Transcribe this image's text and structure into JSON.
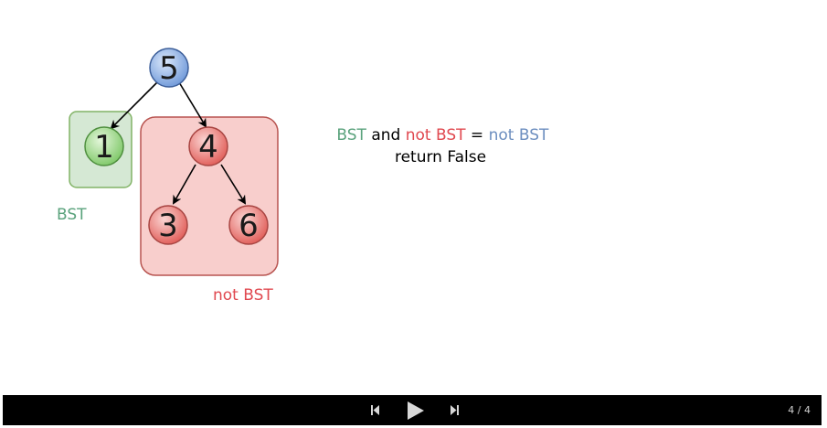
{
  "tree": {
    "nodes": [
      {
        "id": "root",
        "label": "5",
        "status": "pending",
        "fill": "#7ea6e0",
        "stroke": "#4a6fa8"
      },
      {
        "id": "left",
        "label": "1",
        "status": "bst",
        "fill": "#8fd27a",
        "stroke": "#4f8f3f"
      },
      {
        "id": "right",
        "label": "4",
        "status": "not-bst",
        "fill": "#ea6b66",
        "stroke": "#b84a46"
      },
      {
        "id": "right-left",
        "label": "3",
        "status": "not-bst",
        "fill": "#ea6b66",
        "stroke": "#b84a46"
      },
      {
        "id": "right-right",
        "label": "6",
        "status": "not-bst",
        "fill": "#ea6b66",
        "stroke": "#b84a46"
      }
    ],
    "edges": [
      {
        "from": "root",
        "to": "left"
      },
      {
        "from": "root",
        "to": "right"
      },
      {
        "from": "right",
        "to": "right-left"
      },
      {
        "from": "right",
        "to": "right-right"
      }
    ]
  },
  "regions": {
    "bst": {
      "label": "BST",
      "color": "#5aa27c",
      "fill": "#d5e8d4",
      "stroke": "#82b366"
    },
    "not_bst": {
      "label": "not BST",
      "color": "#e0484f",
      "fill": "#f8cecc",
      "stroke": "#b85450"
    }
  },
  "expression": {
    "part1": "BST",
    "part2": " and ",
    "part3": "not BST",
    "part4": " = ",
    "part5": "not BST",
    "line2": "return False",
    "colors": {
      "bst": "#5aa27c",
      "not_bst": "#e0484f",
      "result": "#6c8ebf",
      "plain": "#000000"
    }
  },
  "player": {
    "prev_icon": "skip-back-icon",
    "play_icon": "play-icon",
    "next_icon": "skip-forward-icon",
    "page_counter": "4 / 4"
  }
}
